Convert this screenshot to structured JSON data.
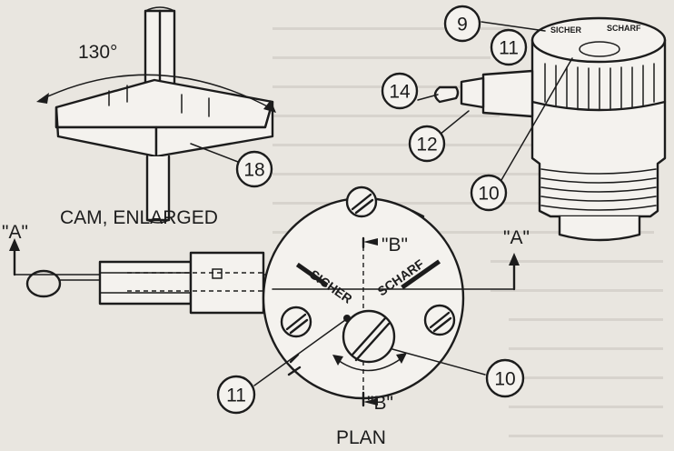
{
  "colors": {
    "paper": "#e9e6e0",
    "ink": "#1c1c1c",
    "background_text": "#b9b5ae"
  },
  "labels": {
    "angle": "130°",
    "cam_caption": "CAM, ENLARGED",
    "plan_caption": "PLAN",
    "section_a_left": "\"A\"",
    "section_a_right": "\"A\"",
    "section_b_top": "\"B\"",
    "section_b_bottom": "\"B\"",
    "safe_marking": "SICHER",
    "sharp_marking": "SCHARF",
    "safe_marking_small": "SICHER",
    "sharp_marking_small": "SCHARF"
  },
  "callouts": {
    "c9": "9",
    "c11_top": "11",
    "c14": "14",
    "c12": "12",
    "c10_top": "10",
    "c18": "18",
    "c10_bottom": "10",
    "c11_bottom": "11"
  }
}
